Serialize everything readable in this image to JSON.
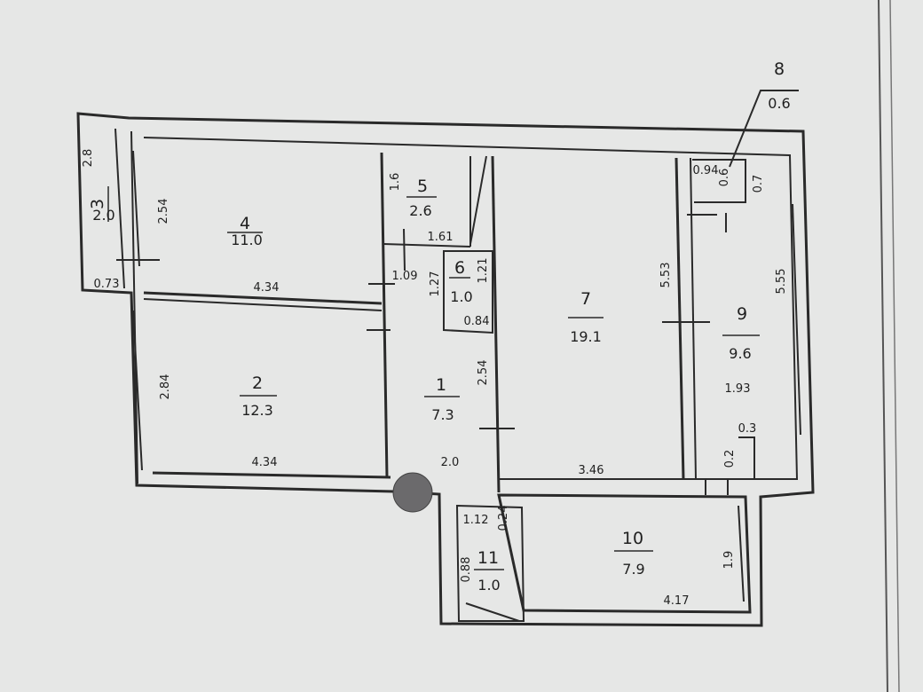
{
  "rooms": [
    {
      "id": "r3",
      "number": "3",
      "area": "2.0"
    },
    {
      "id": "r4",
      "number": "4",
      "area": "11.0"
    },
    {
      "id": "r5",
      "number": "5",
      "area": "2.6"
    },
    {
      "id": "r6",
      "number": "6",
      "area": "1.0"
    },
    {
      "id": "r2",
      "number": "2",
      "area": "12.3"
    },
    {
      "id": "r1",
      "number": "1",
      "area": "7.3"
    },
    {
      "id": "r7",
      "number": "7",
      "area": "19.1"
    },
    {
      "id": "r8",
      "number": "8",
      "area": "0.6"
    },
    {
      "id": "r9",
      "number": "9",
      "area": "9.6"
    },
    {
      "id": "r10",
      "number": "10",
      "area": "7.9"
    },
    {
      "id": "r11",
      "number": "11",
      "area": "1.0"
    }
  ],
  "dimensions": [
    "2.8",
    "2.54",
    "0.73",
    "4.34",
    "1.6",
    "1.61",
    "1.09",
    "1.27",
    "1.21",
    "0.84",
    "2.84",
    "4.34",
    "2.54",
    "2.0",
    "0.94",
    "0.6",
    "0.7",
    "5.53",
    "5.55",
    "3.46",
    "1.93",
    "0.3",
    "0.2",
    "1.12",
    "0.24",
    "0.88",
    "1.9",
    "4.17"
  ]
}
